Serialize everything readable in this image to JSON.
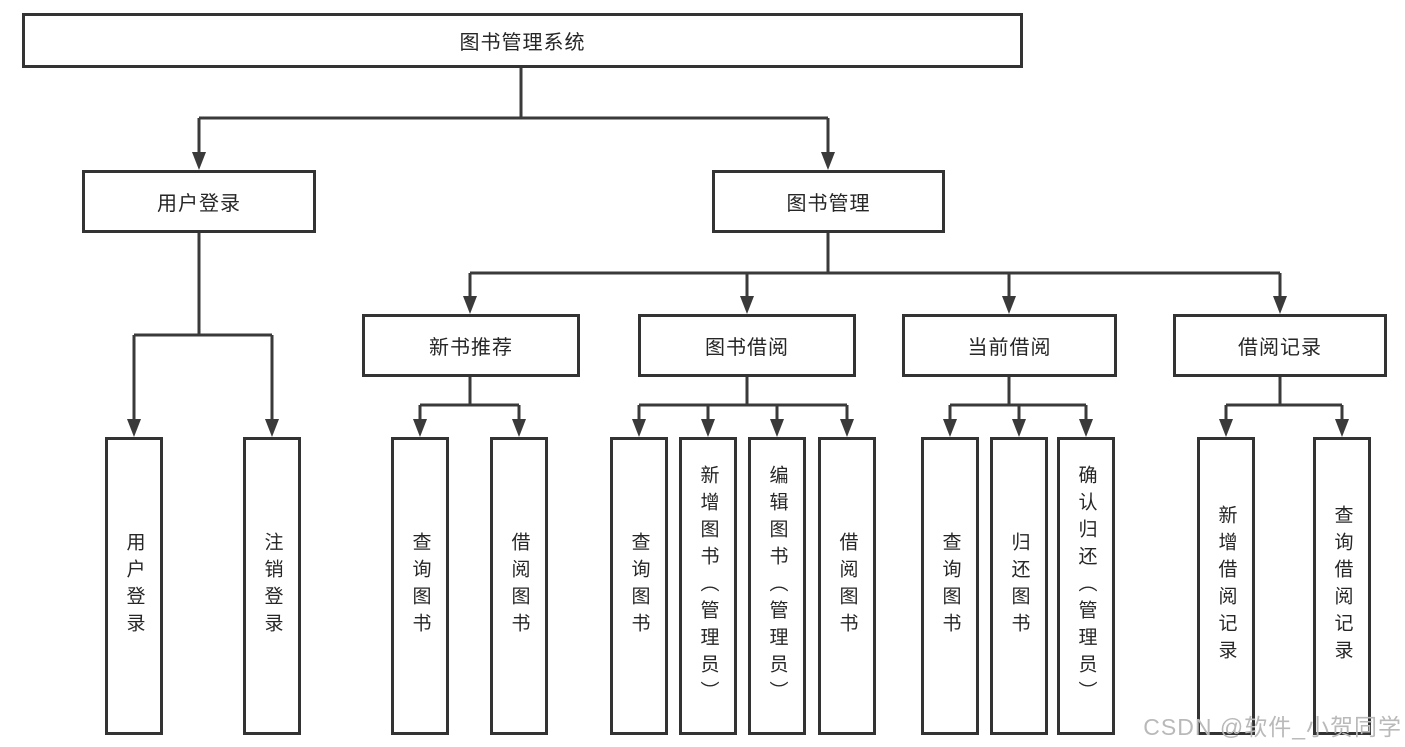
{
  "diagram": {
    "tree": {
      "root": {
        "label": "图书管理系统",
        "children": [
          {
            "label": "用户登录",
            "children": [
              {
                "label": "用户登录"
              },
              {
                "label": "注销登录"
              }
            ]
          },
          {
            "label": "图书管理",
            "children": [
              {
                "label": "新书推荐",
                "children": [
                  {
                    "label": "查询图书"
                  },
                  {
                    "label": "借阅图书"
                  }
                ]
              },
              {
                "label": "图书借阅",
                "children": [
                  {
                    "label": "查询图书"
                  },
                  {
                    "label": "新增图书（管理员）"
                  },
                  {
                    "label": "编辑图书（管理员）"
                  },
                  {
                    "label": "借阅图书"
                  }
                ]
              },
              {
                "label": "当前借阅",
                "children": [
                  {
                    "label": "查询图书"
                  },
                  {
                    "label": "归还图书"
                  },
                  {
                    "label": "确认归还（管理员）"
                  }
                ]
              },
              {
                "label": "借阅记录",
                "children": [
                  {
                    "label": "新增借阅记录"
                  },
                  {
                    "label": "查询借阅记录"
                  }
                ]
              }
            ]
          }
        ]
      }
    },
    "colors": {
      "background": "#ffffff",
      "box_fill": "#ffffff",
      "box_border": "#333333",
      "line": "#3a3a3a",
      "text": "#262626",
      "watermark": "#b9b9b9"
    }
  },
  "watermark": {
    "text": "CSDN @软件_小贺同学"
  }
}
